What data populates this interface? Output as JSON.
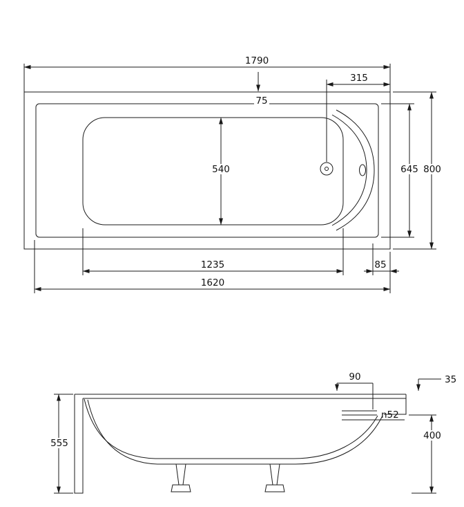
{
  "drawing": {
    "title": "bathtub-dimensional-drawing",
    "colors": {
      "line": "#1a1a1a",
      "background": "#ffffff"
    }
  },
  "top_view": {
    "d1790": "1790",
    "d315": "315",
    "d75": "75",
    "d540": "540",
    "d645": "645",
    "d800": "800",
    "d1235": "1235",
    "d85": "85",
    "d1620": "1620"
  },
  "side_view": {
    "d90": "90",
    "d35": "35",
    "dn52": "n52",
    "d555": "555",
    "d400": "400"
  }
}
